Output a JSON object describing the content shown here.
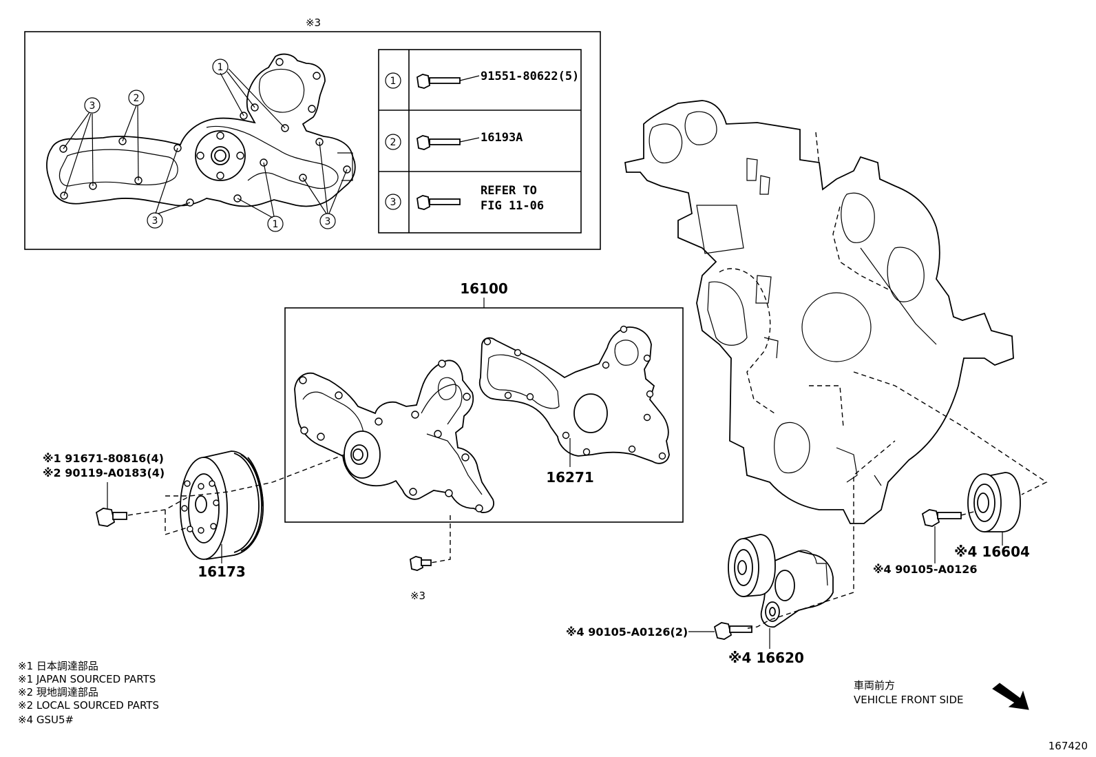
{
  "detail_box": {
    "marker": "※3",
    "callouts": [
      "1",
      "2",
      "3"
    ]
  },
  "bolt_table": {
    "rows": [
      {
        "num": "1",
        "part_text": "91551-80622(5)"
      },
      {
        "num": "2",
        "part_text": "16193A"
      },
      {
        "num": "3",
        "line1": "REFER TO",
        "line2": "FIG 11-06"
      }
    ]
  },
  "parts": {
    "water_pump_assy": "16100",
    "gasket": "16271",
    "pulley": "16173",
    "pulley_bolt_line1": "※1 91671-80816(4)",
    "pulley_bolt_line2": "※2 90119-A0183(4)",
    "pump_bolt_marker": "※3",
    "idler_pulley": "※4 16604",
    "idler_bolt": "※4 90105-A0126",
    "tensioner": "※4 16620",
    "tensioner_bolt": "※4 90105-A0126(2)"
  },
  "notes": [
    "※1  日本調達部品",
    "※1  JAPAN SOURCED PARTS",
    "※2  現地調達部品",
    "※2  LOCAL SOURCED PARTS",
    "※4 GSU5#"
  ],
  "direction": {
    "jp": "車両前方",
    "en": "VEHICLE FRONT SIDE"
  },
  "figure_id": "167420"
}
